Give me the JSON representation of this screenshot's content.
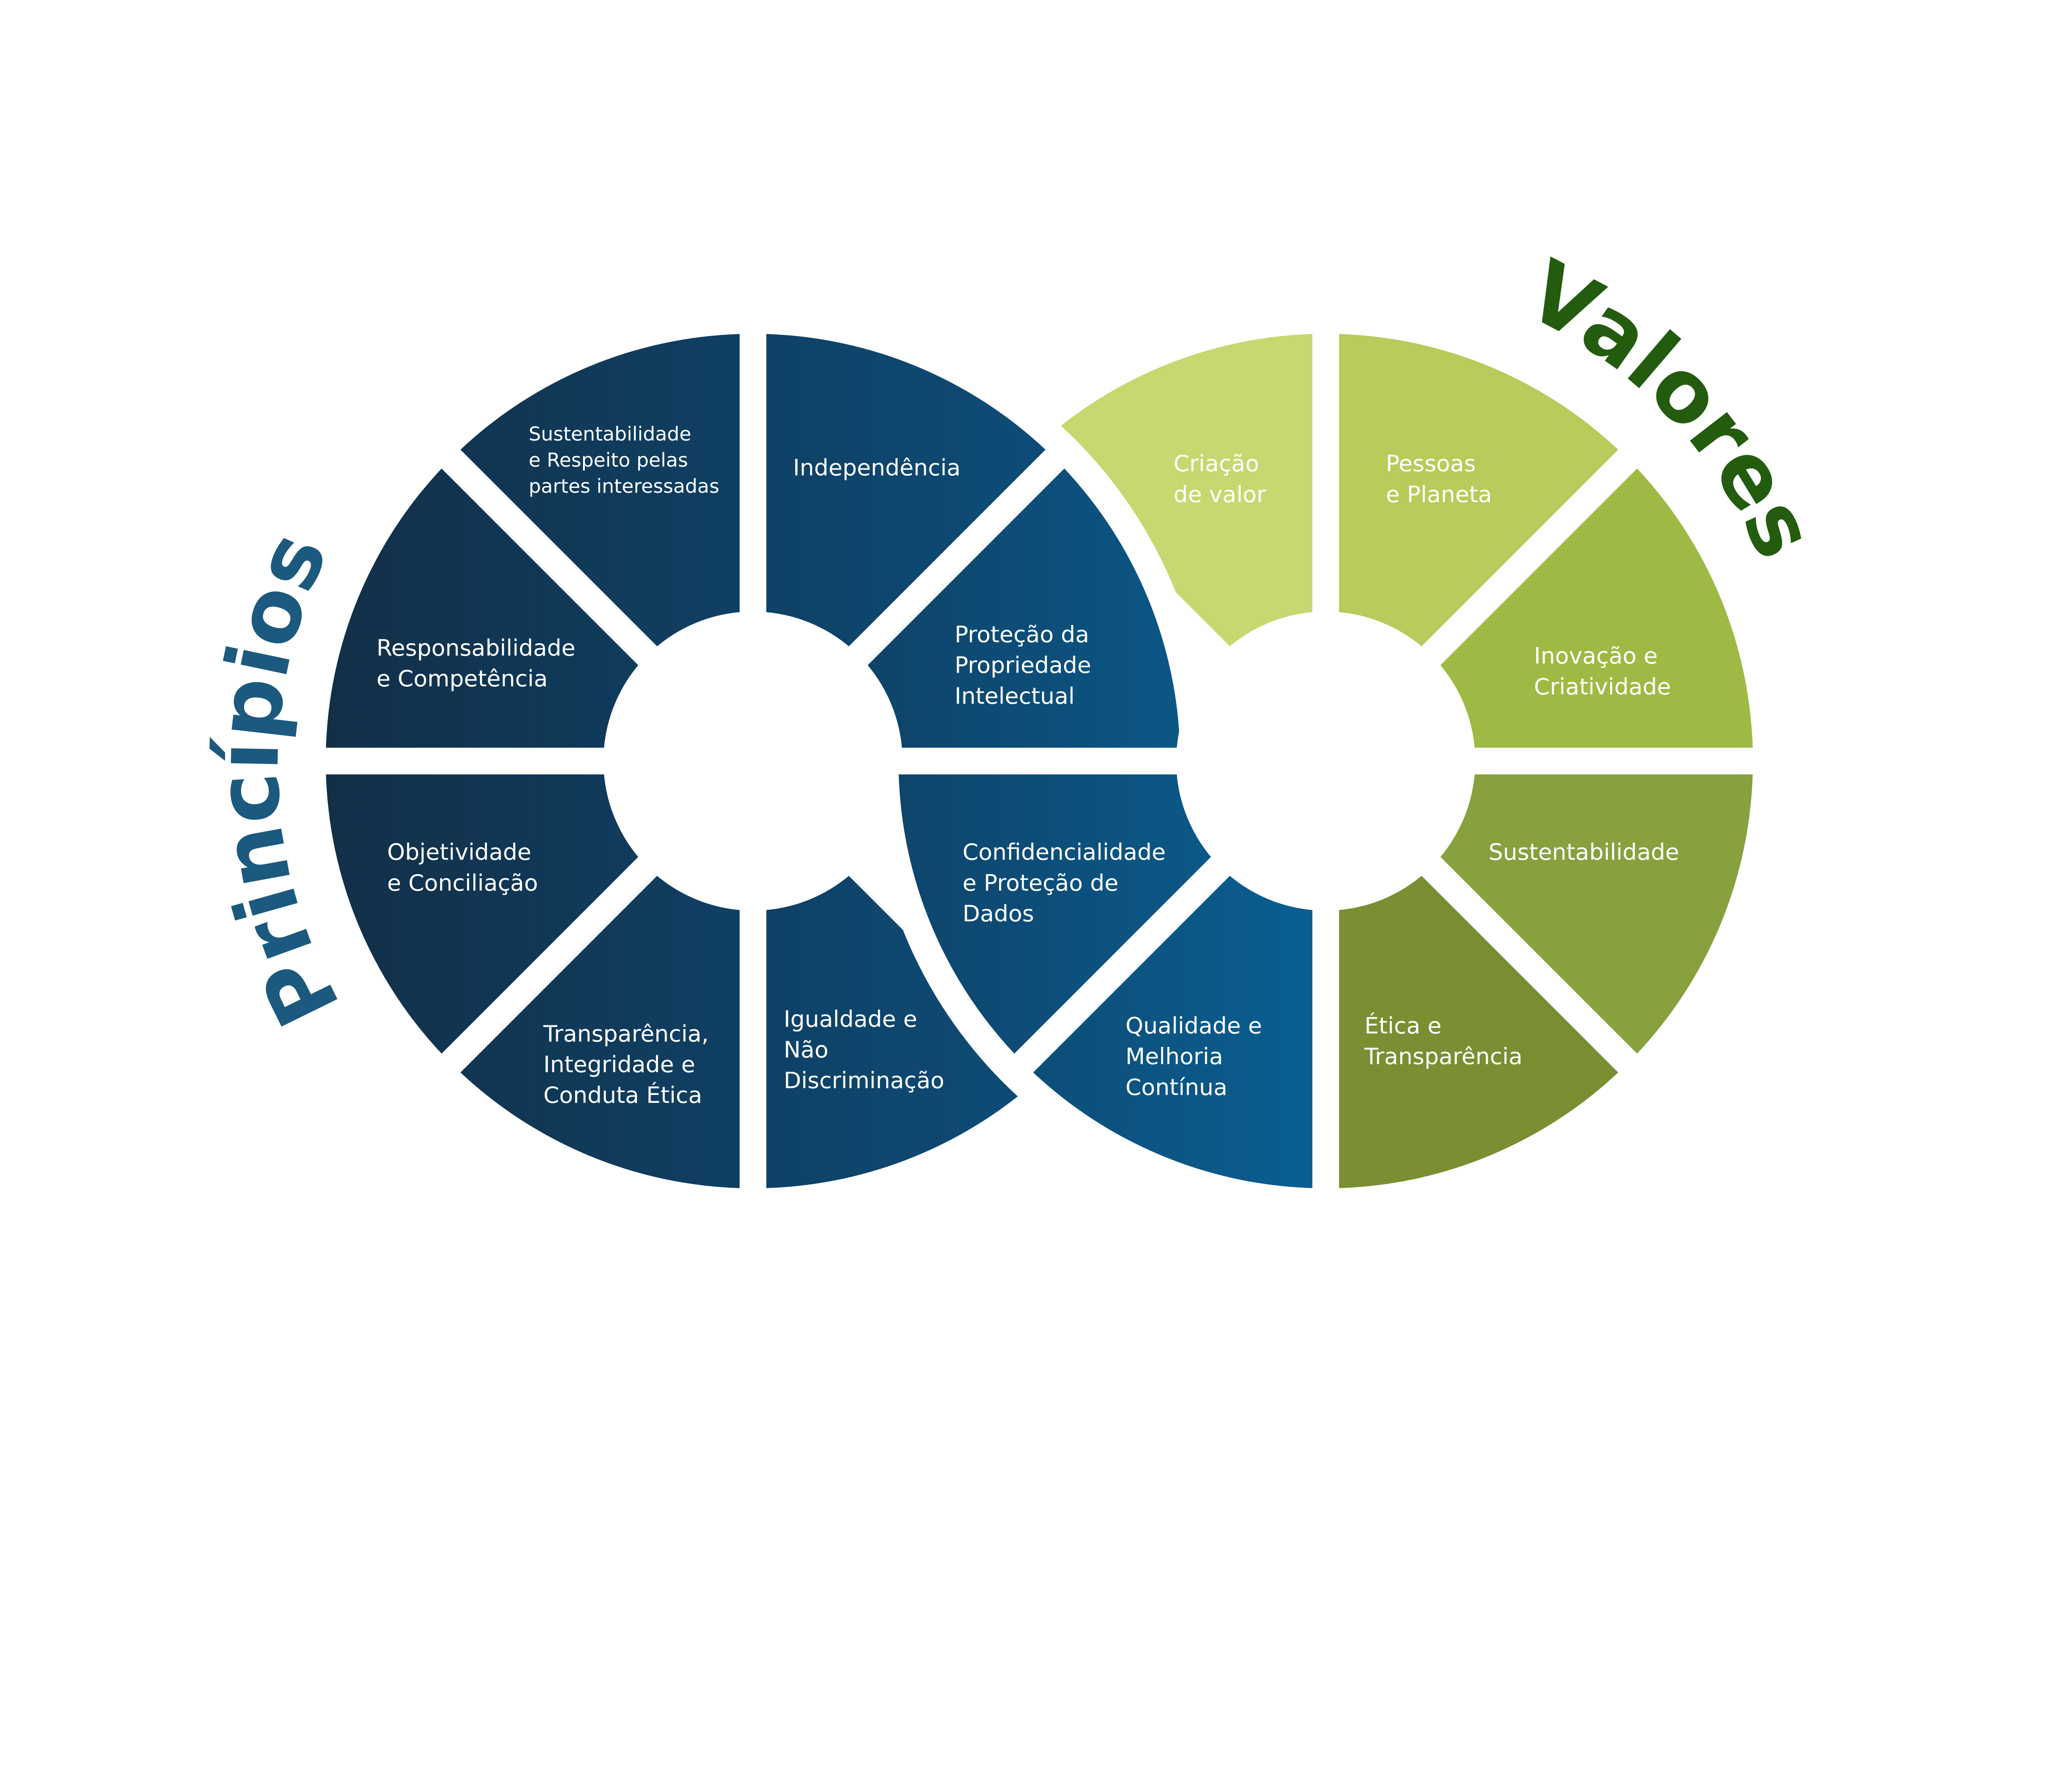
{
  "titles": {
    "principles": "Princípios",
    "values": "Valores"
  },
  "colors": {
    "principles_title": "#1b5a7e",
    "values_title": "#235c0f",
    "blue_dark": "#122f48",
    "blue_light": "#0b5e91"
  },
  "principles": [
    {
      "lines": [
        "Sustentabilidade",
        "e Respeito pelas",
        "partes interessadas"
      ],
      "color": "#103f60"
    },
    {
      "lines": [
        "Independência"
      ],
      "color": "#0e4c73"
    },
    {
      "lines": [
        "Proteção da",
        "Propriedade",
        "Intelectual"
      ],
      "color": "#0c5684"
    },
    {
      "lines": [
        "Responsabilidade",
        "e Competência"
      ],
      "color": "#13385a"
    },
    {
      "lines": [
        "Objetividade",
        "e Conciliação"
      ],
      "color": "#12324f"
    },
    {
      "lines": [
        "Transparência,",
        "Integridade e",
        "Conduta Ética"
      ],
      "color": "#13344f"
    },
    {
      "lines": [
        "Igualdade e",
        "Não",
        "Discriminação"
      ],
      "color": "#12334e"
    },
    {
      "lines": [
        "Confidencialidade",
        "e Proteção de",
        "Dados"
      ],
      "color": "#0d527e"
    },
    {
      "lines": [
        "Qualidade e",
        "Melhoria",
        "Contínua"
      ],
      "color": "#0b5b8b"
    }
  ],
  "values": [
    {
      "lines": [
        "Criação",
        "de valor"
      ],
      "color": "#c8d770"
    },
    {
      "lines": [
        "Pessoas",
        "e Planeta"
      ],
      "color": "#b8cb5b"
    },
    {
      "lines": [
        "Inovação e",
        "Criatividade"
      ],
      "color": "#9eba44"
    },
    {
      "lines": [
        "Sustentabilidade"
      ],
      "color": "#86a13e"
    },
    {
      "lines": [
        "Ética e",
        "Transparência"
      ],
      "color": "#798f32"
    }
  ]
}
